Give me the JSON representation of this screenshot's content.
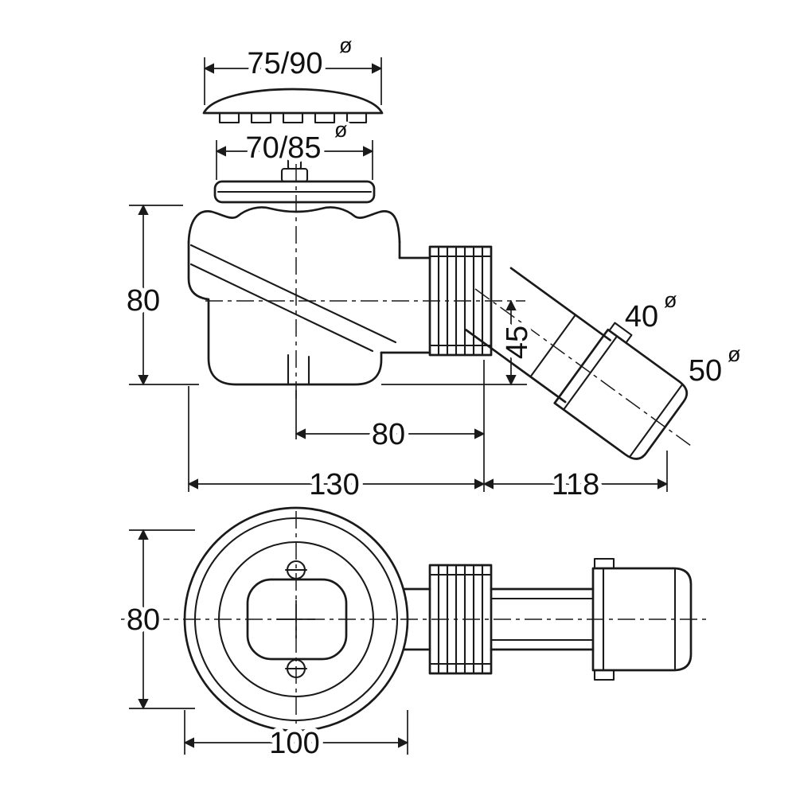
{
  "diagram": {
    "diameter_symbol": "ø",
    "side_view": {
      "cap_width": "75/90",
      "flange_width": "70/85",
      "body_height": "80",
      "drop_height": "45",
      "pipe_diameter": "40",
      "outlet_diameter": "50",
      "center_to_nut": "80",
      "body_length": "130",
      "outlet_length": "118"
    },
    "plan_view": {
      "body_height": "80",
      "body_width": "100"
    }
  }
}
